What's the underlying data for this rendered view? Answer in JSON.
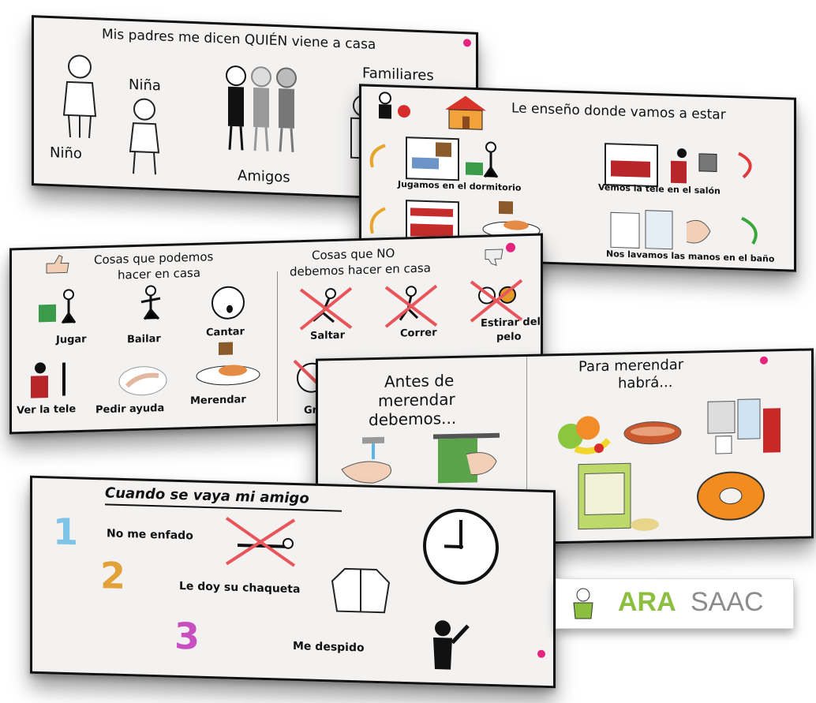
{
  "card1": {
    "title": "Mis padres me dicen QUIÉN viene a casa",
    "labels": [
      "Niño",
      "Niña",
      "Amigos",
      "Familiares"
    ]
  },
  "card2": {
    "title": "Le enseño donde vamos a estar",
    "captions": [
      "Jugamos en el dormitorio",
      "Vemos la tele en el salón",
      "Nos lavamos las manos en el baño"
    ]
  },
  "card3": {
    "title_left": [
      "Cosas que podemos",
      "hacer en casa"
    ],
    "title_right": [
      "Cosas que NO",
      "debemos hacer en casa"
    ],
    "left_items": [
      "Jugar",
      "Bailar",
      "Cantar",
      "Ver la tele",
      "Pedir ayuda",
      "Merendar"
    ],
    "right_items": [
      "Saltar",
      "Correr",
      "Estirar del",
      "pelo",
      "Gr"
    ]
  },
  "card4": {
    "title_left": [
      "Antes de",
      "merendar",
      "debemos..."
    ],
    "title_right": [
      "Para merendar",
      "habrá..."
    ]
  },
  "card5": {
    "title": "Cuando se vaya mi amigo",
    "steps": [
      "No me enfado",
      "Le doy su chaqueta",
      "Me despido"
    ],
    "numbers": [
      "1",
      "2",
      "3"
    ]
  },
  "logo": {
    "part1": "ARA",
    "part2": "SAAC"
  },
  "colors": {
    "accent_pink": "#e6247f",
    "cross_red": "#e8555a",
    "logo_green": "#8cbf3f",
    "logo_gray": "#8c8c8c"
  }
}
